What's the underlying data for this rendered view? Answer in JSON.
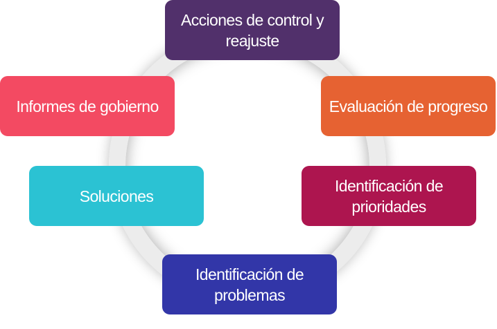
{
  "diagram": {
    "type": "cycle",
    "steps": [
      {
        "label": "Acciones de control y reajuste",
        "color": "#51306b"
      },
      {
        "label": "Evaluación de progreso",
        "color": "#e66232"
      },
      {
        "label": "Identificación de prioridades",
        "color": "#ad154f"
      },
      {
        "label": "Identificación de problemas",
        "color": "#3236a8"
      },
      {
        "label": "Soluciones",
        "color": "#2bc2d3"
      },
      {
        "label": "Informes de gobierno",
        "color": "#f34a62"
      }
    ]
  }
}
